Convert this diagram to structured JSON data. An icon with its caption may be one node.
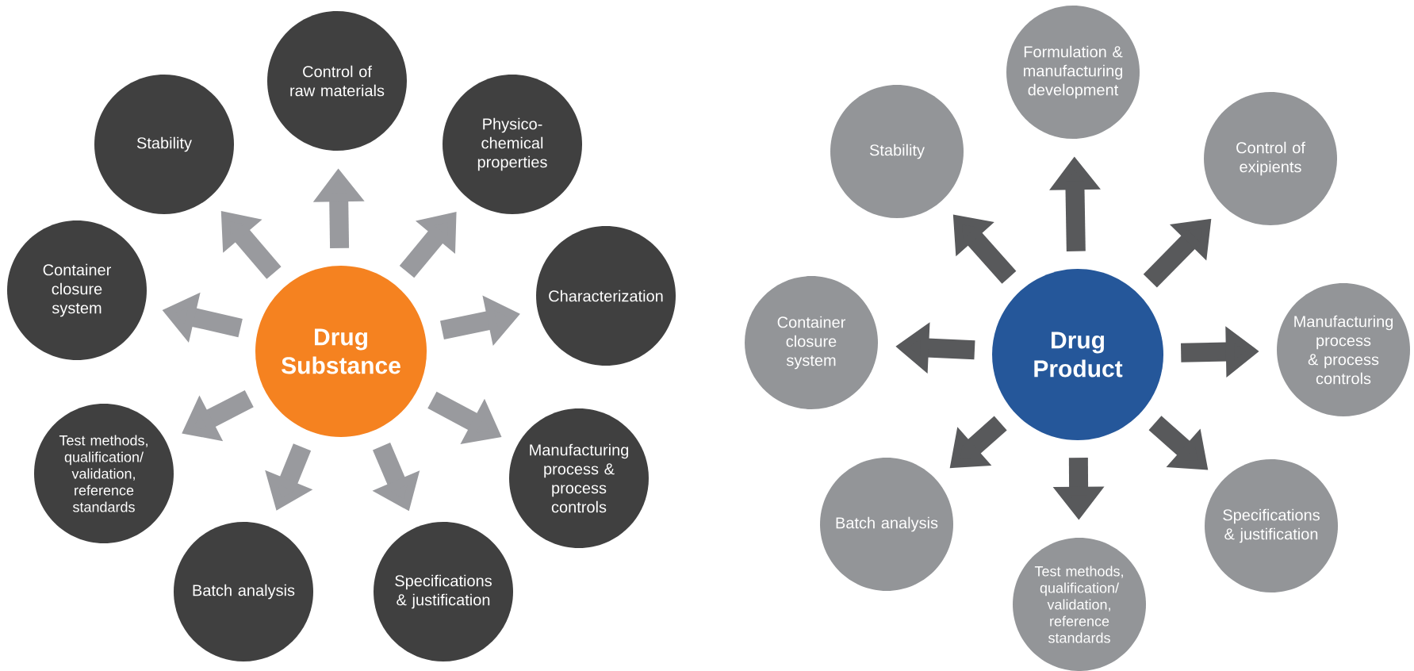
{
  "diagram": {
    "nodes": [
      {
        "text": [
          "Drug Substance"
        ]
      },
      {
        "text": [
          "Control of raw materials"
        ]
      },
      {
        "text": [
          "Physico- chemical properties"
        ]
      },
      {
        "text": [
          "Characterization"
        ]
      },
      {
        "text": [
          "Manufacturing process & process controls"
        ]
      },
      {
        "text": [
          "Specifications & justification"
        ]
      },
      {
        "text": [
          "Batch analysis"
        ]
      },
      {
        "text": [
          "Test methods, qualification/ validation, reference standards"
        ]
      },
      {
        "text": [
          "Container closure system"
        ]
      },
      {
        "text": [
          "Stability"
        ]
      },
      {
        "text": [
          "Drug Product"
        ]
      },
      {
        "text": [
          "Formulation & manufacturing development"
        ]
      },
      {
        "text": [
          "Control of exipients"
        ]
      },
      {
        "text": [
          "Manufacturing process & process controls"
        ]
      },
      {
        "text": [
          "Specifications & justification"
        ]
      },
      {
        "text": [
          "Test methods, qualification/ validation, reference standards"
        ]
      },
      {
        "text": [
          "Batch analysis"
        ]
      },
      {
        "text": [
          "Container closure system"
        ]
      },
      {
        "text": [
          "Stability"
        ]
      }
    ],
    "edges": [
      {
        "from": 0,
        "to": 1,
        "arrow": "to",
        "color": "#999a9e"
      },
      {
        "from": 0,
        "to": 2,
        "arrow": "to",
        "color": "#999a9e"
      },
      {
        "from": 0,
        "to": 3,
        "arrow": "to",
        "color": "#999a9e"
      },
      {
        "from": 0,
        "to": 4,
        "arrow": "to",
        "color": "#999a9e"
      },
      {
        "from": 0,
        "to": 5,
        "arrow": "to",
        "color": "#999a9e"
      },
      {
        "from": 0,
        "to": 6,
        "arrow": "to",
        "color": "#999a9e"
      },
      {
        "from": 0,
        "to": 7,
        "arrow": "to",
        "color": "#999a9e"
      },
      {
        "from": 0,
        "to": 8,
        "arrow": "to",
        "color": "#999a9e"
      },
      {
        "from": 0,
        "to": 9,
        "arrow": "to",
        "color": "#999a9e"
      },
      {
        "from": 10,
        "to": 11,
        "arrow": "to",
        "color": "#58595b"
      },
      {
        "from": 10,
        "to": 12,
        "arrow": "to",
        "color": "#58595b"
      },
      {
        "from": 10,
        "to": 13,
        "arrow": "to",
        "color": "#58595b"
      },
      {
        "from": 10,
        "to": 14,
        "arrow": "to",
        "color": "#58595b"
      },
      {
        "from": 10,
        "to": 15,
        "arrow": "to",
        "color": "#58595b"
      },
      {
        "from": 10,
        "to": 16,
        "arrow": "to",
        "color": "#58595b"
      },
      {
        "from": 10,
        "to": 17,
        "arrow": "to",
        "color": "#58595b"
      },
      {
        "from": 10,
        "to": 18,
        "arrow": "to",
        "color": "#58595b"
      }
    ]
  }
}
